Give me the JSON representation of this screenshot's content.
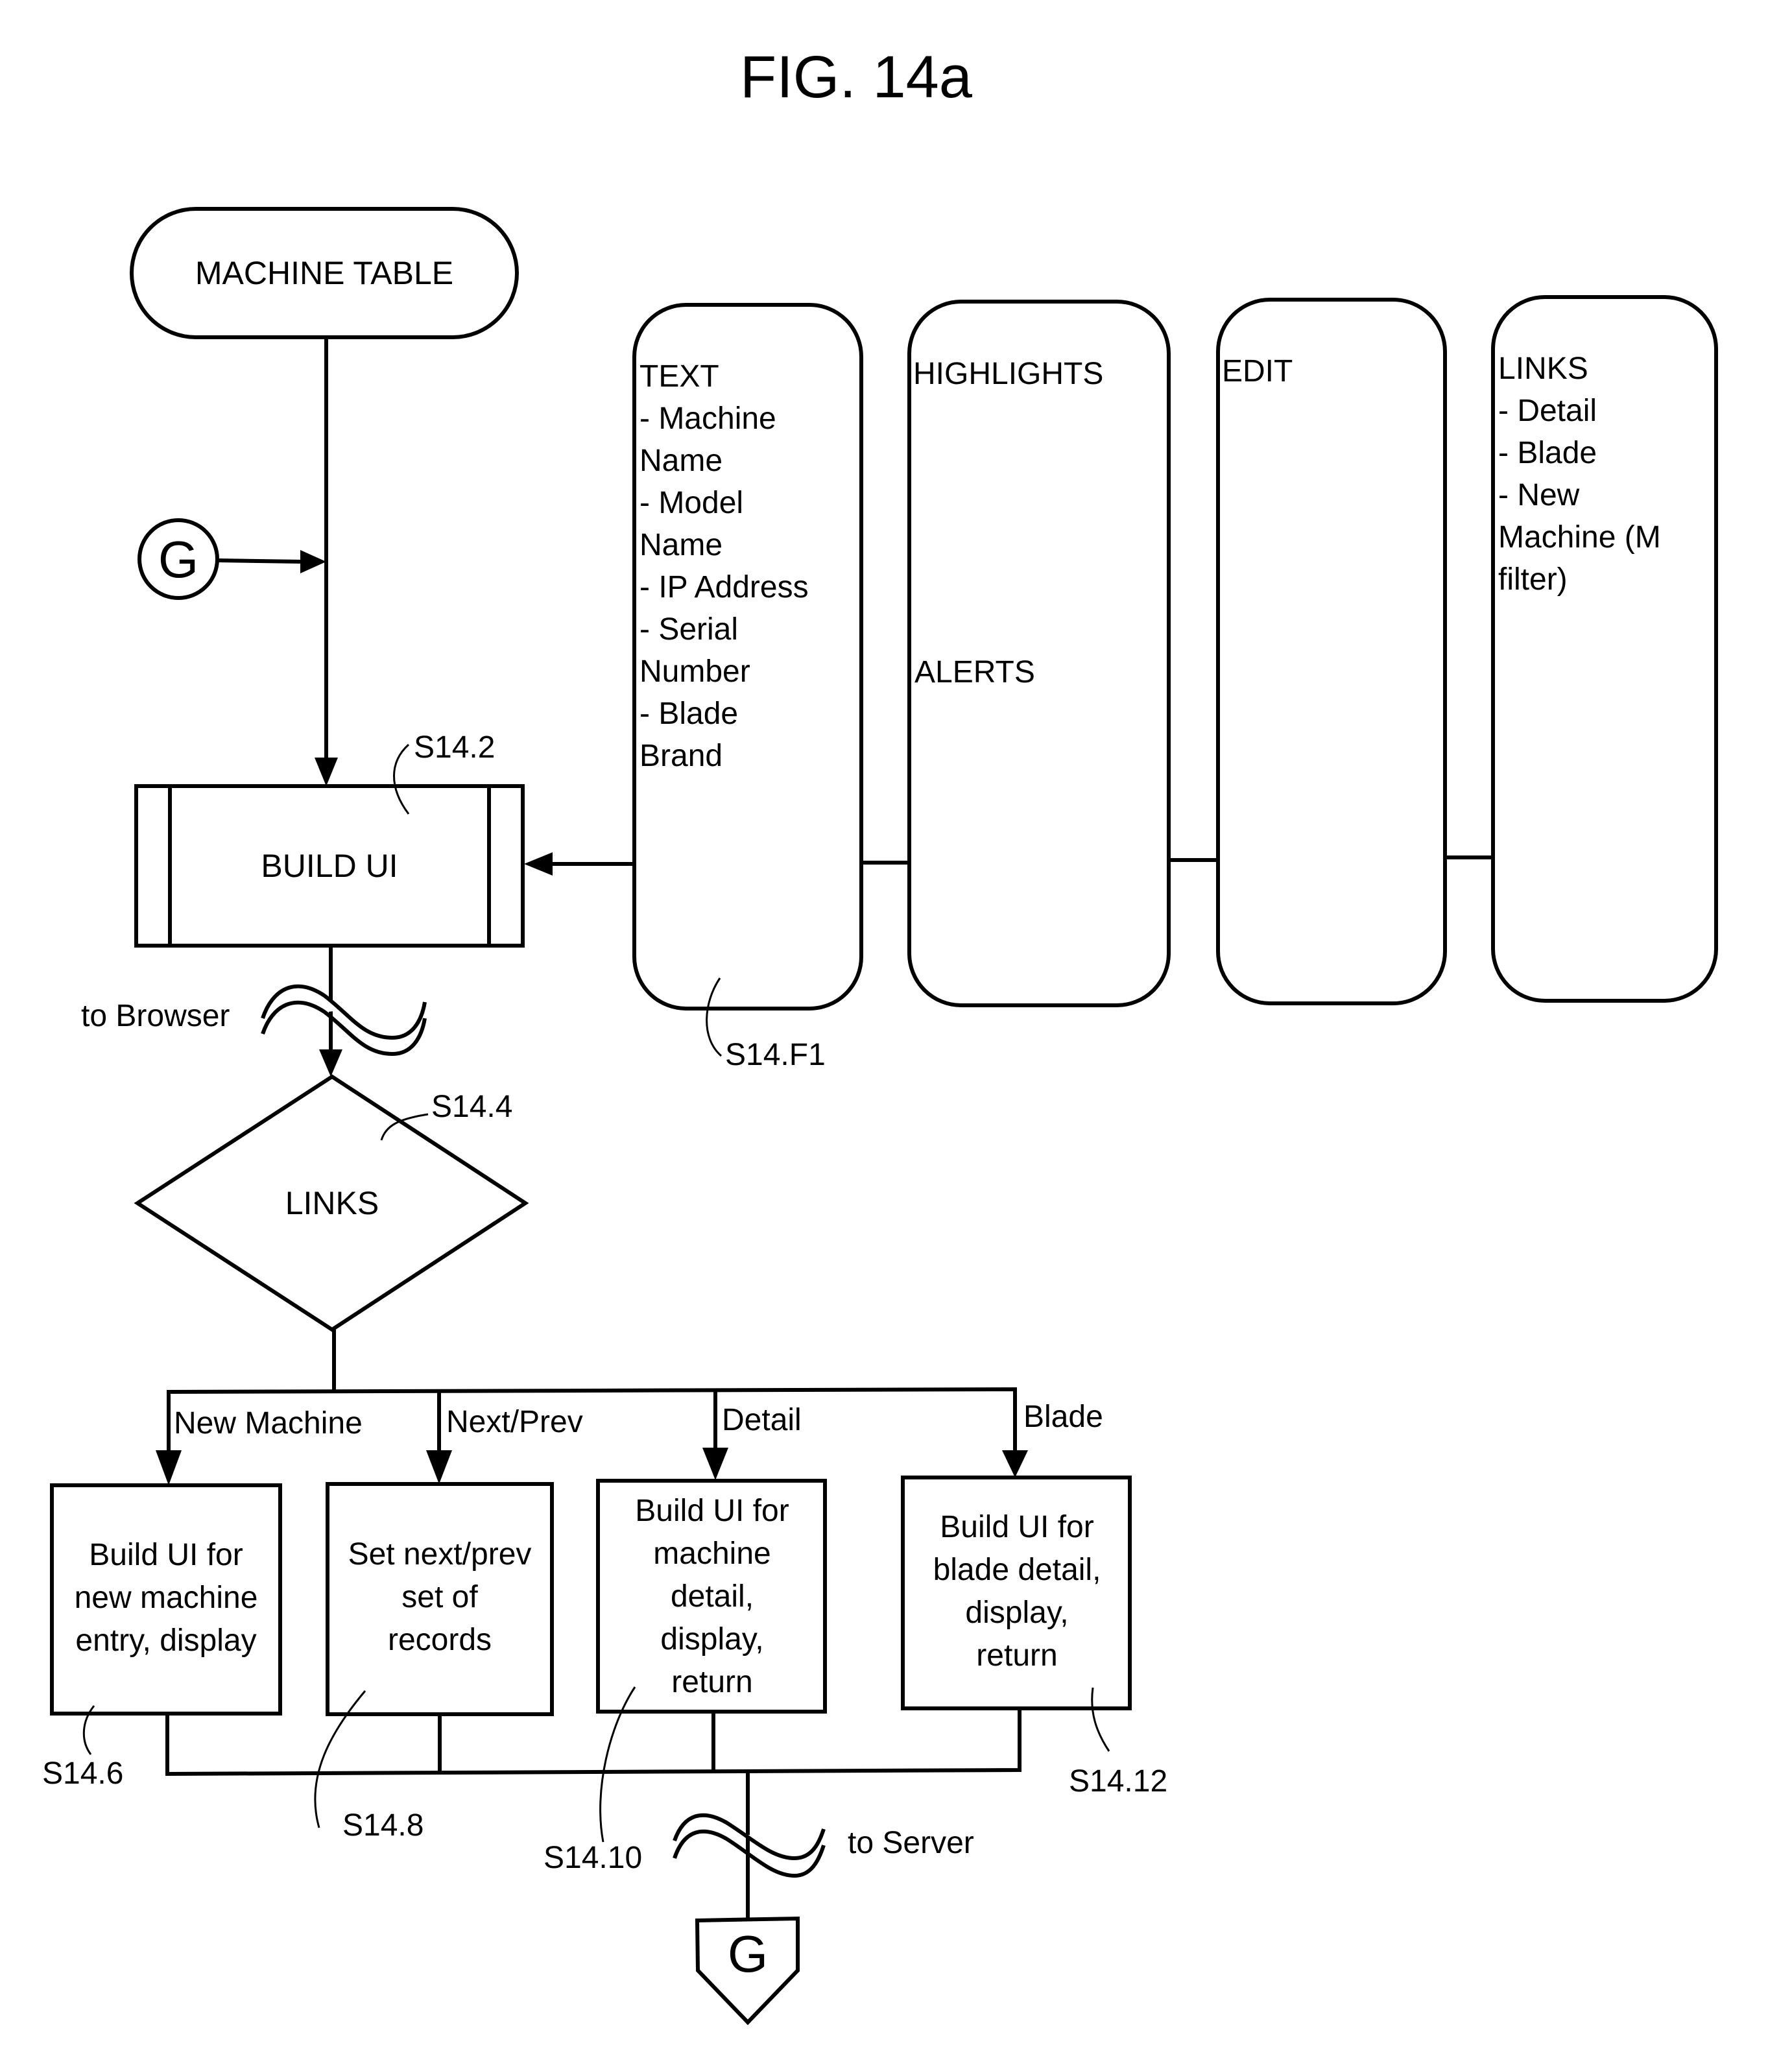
{
  "figure": {
    "title": "FIG. 14a"
  },
  "nodes": {
    "machine_table": {
      "label": "MACHINE TABLE"
    },
    "connector_in": {
      "label": "G"
    },
    "build_ui": {
      "label": "BUILD UI",
      "ref": "S14.2"
    },
    "links_decision": {
      "label": "LINKS",
      "ref": "S14.4"
    },
    "to_browser": {
      "label": "to Browser"
    },
    "to_server": {
      "label": "to Server"
    },
    "connector_out": {
      "label": "G"
    }
  },
  "fields_group": {
    "ref": "S14.F1",
    "columns": [
      {
        "lines": [
          "TEXT",
          "- Machine",
          "Name",
          "- Model",
          "Name",
          "- IP Address",
          "- Serial",
          "Number",
          "- Blade",
          "Brand"
        ]
      },
      {
        "lines": [
          "HIGHLIGHTS"
        ],
        "secondary": "ALERTS"
      },
      {
        "lines": [
          "EDIT"
        ]
      },
      {
        "lines": [
          "LINKS",
          "- Detail",
          "- Blade",
          "- New",
          "Machine (M",
          "filter)"
        ]
      }
    ]
  },
  "branches": [
    {
      "edge_label": "New Machine",
      "box_lines": [
        "Build UI for",
        "new machine",
        "entry, display"
      ],
      "ref": "S14.6"
    },
    {
      "edge_label": "Next/Prev",
      "box_lines": [
        "Set next/prev",
        "set of",
        "records"
      ],
      "ref": "S14.8"
    },
    {
      "edge_label": "Detail",
      "box_lines": [
        "Build UI for",
        "machine",
        "detail,",
        "display,",
        "return"
      ],
      "ref": "S14.10"
    },
    {
      "edge_label": "Blade",
      "box_lines": [
        "Build UI for",
        "blade detail,",
        "display,",
        "return"
      ],
      "ref": "S14.12"
    }
  ]
}
